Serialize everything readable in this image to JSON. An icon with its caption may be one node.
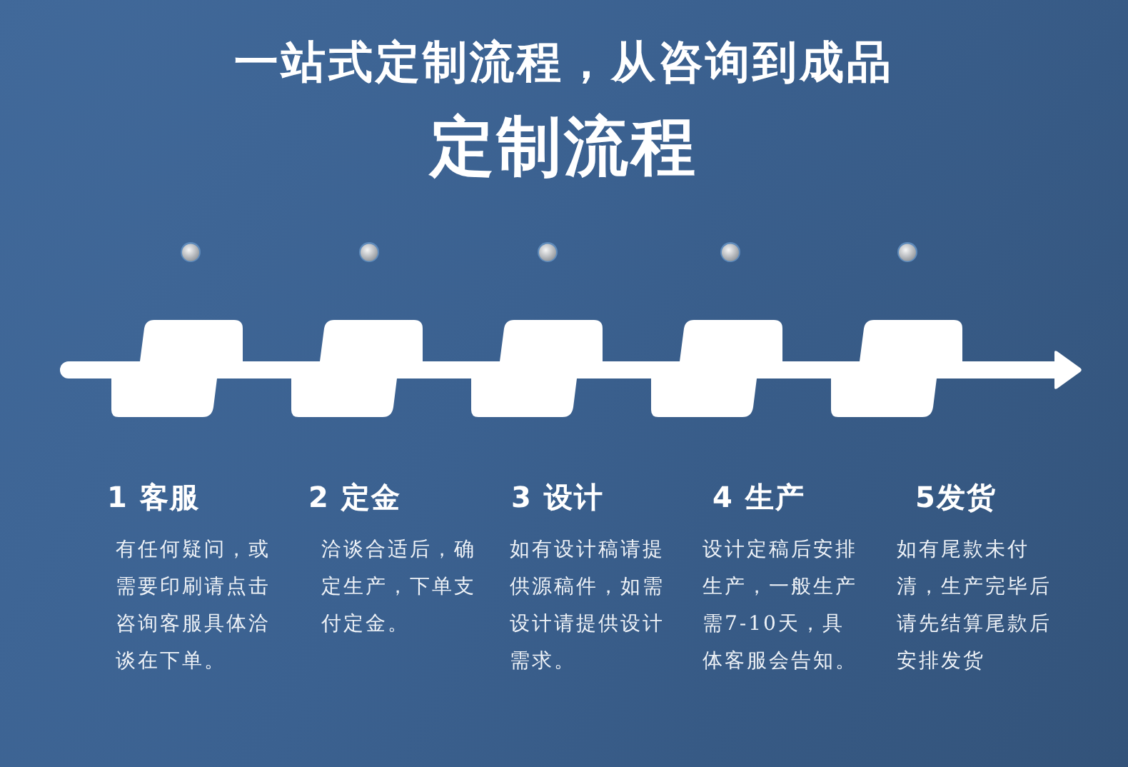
{
  "diagram": {
    "title": "定制流程",
    "nodes": [
      {
        "text": [],
        "shape": "box",
        "beside": [
          "1 客服",
          "有任何疑问，或需要印刷请点击咨询客服具体洽谈在下单。"
        ]
      },
      {
        "text": [],
        "shape": "box",
        "beside": [
          "2 定金",
          "洽谈合适后，确定生产，下单支付定金。"
        ]
      },
      {
        "text": [],
        "shape": "box",
        "beside": [
          "3 设计",
          "如有设计稿请提供源稿件，如需设计请提供设计需求。"
        ]
      },
      {
        "text": [],
        "shape": "box",
        "beside": [
          "4 生产",
          "设计定稿后安排生产，一般生产需7-10天，具体客服会告知。"
        ]
      },
      {
        "text": [],
        "shape": "box",
        "beside": [
          "5发货",
          "如有尾款未付清，生产完毕后请先结算尾款后安排发货"
        ]
      }
    ],
    "edges": [
      {
        "from": null,
        "to": 0,
        "arrow": "none"
      },
      {
        "from": 0,
        "to": 1,
        "arrow": "none"
      },
      {
        "from": 1,
        "to": 2,
        "arrow": "none"
      },
      {
        "from": 2,
        "to": 3,
        "arrow": "none"
      },
      {
        "from": 3,
        "to": 4,
        "arrow": "none"
      },
      {
        "from": 4,
        "to": null,
        "arrow": "to"
      }
    ],
    "labels": [
      "一站式定制流程，从咨询到成品"
    ]
  }
}
